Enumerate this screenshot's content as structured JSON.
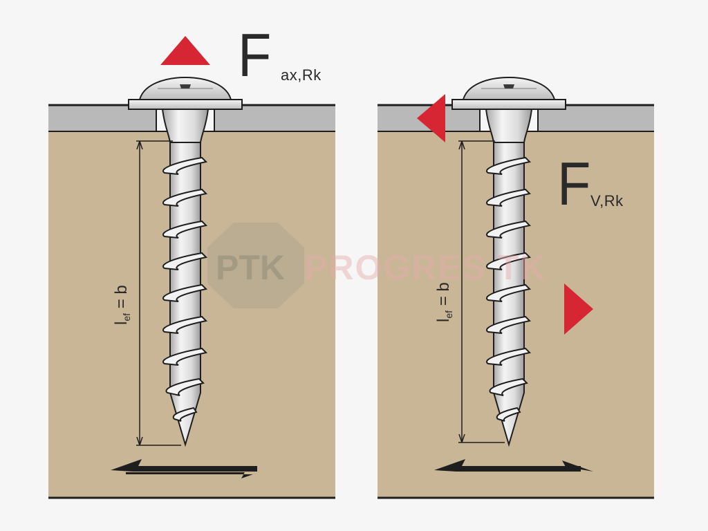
{
  "diagram": {
    "panels": [
      {
        "id": "axial",
        "force_symbol": "F",
        "force_subscript": "ax,Rk",
        "arrow_direction": "up",
        "dimension_main": "l",
        "dimension_sub": "ef",
        "dimension_eq": " = b"
      },
      {
        "id": "shear",
        "force_symbol": "F",
        "force_subscript": "V,Rk",
        "arrow_directions": [
          "left",
          "right"
        ],
        "dimension_main": "l",
        "dimension_sub": "ef",
        "dimension_eq": " = b"
      }
    ],
    "watermark": {
      "logo_text": "PTK",
      "brand_text": "PROGRES TK"
    }
  },
  "colors": {
    "wood": "#c9b697",
    "plate": "#b9b9b9",
    "arrow": "#d62633",
    "screw": "#e6e6e6",
    "outline": "#1e1e1e"
  }
}
